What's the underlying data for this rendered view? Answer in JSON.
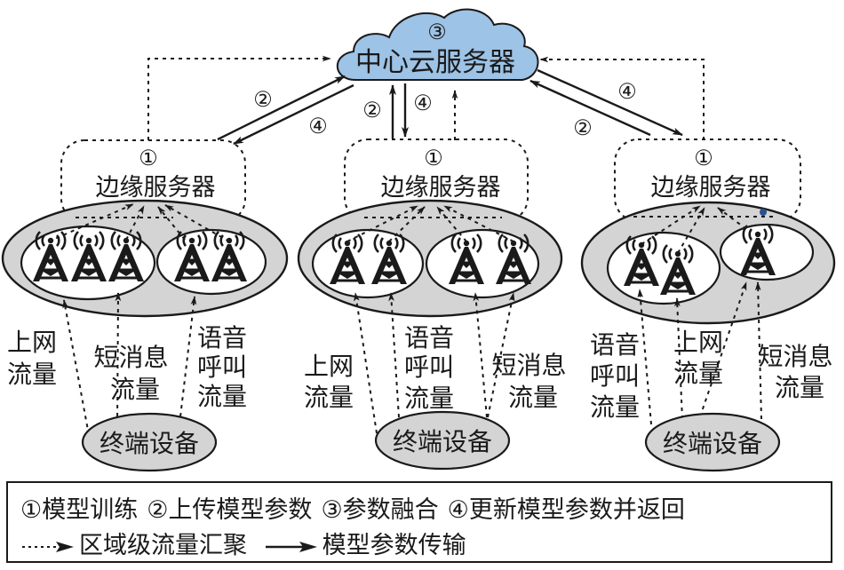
{
  "cloud": {
    "marker": "③",
    "label": "中心云服务器",
    "fill": "#9dc3e6"
  },
  "edge_servers": [
    {
      "marker": "①",
      "label": "边缘服务器"
    },
    {
      "marker": "①",
      "label": "边缘服务器"
    },
    {
      "marker": "①",
      "label": "边缘服务器"
    }
  ],
  "link_markers": {
    "left_up": "②",
    "left_down": "④",
    "center_up": "②",
    "center_down": "④",
    "right_up": "②",
    "right_down": "④"
  },
  "regions": [
    {
      "towers_cluster_a": 3,
      "towers_cluster_b": 2,
      "traffic": [
        {
          "id": "internet",
          "lines": [
            "上网",
            "流量"
          ]
        },
        {
          "id": "sms",
          "lines": [
            "短消息",
            "流量"
          ]
        },
        {
          "id": "voice",
          "lines": [
            "语音",
            "呼叫",
            "流量"
          ]
        }
      ],
      "terminal": "终端设备"
    },
    {
      "towers_cluster_a": 2,
      "towers_cluster_b": 2,
      "traffic": [
        {
          "id": "internet",
          "lines": [
            "上网",
            "流量"
          ]
        },
        {
          "id": "voice",
          "lines": [
            "语音",
            "呼叫",
            "流量"
          ]
        },
        {
          "id": "sms",
          "lines": [
            "短消息",
            "流量"
          ]
        }
      ],
      "terminal": "终端设备"
    },
    {
      "towers_cluster_a": 2,
      "towers_cluster_b": 1,
      "traffic": [
        {
          "id": "voice",
          "lines": [
            "语音",
            "呼叫",
            "流量"
          ]
        },
        {
          "id": "internet",
          "lines": [
            "上网",
            "流量"
          ]
        },
        {
          "id": "sms",
          "lines": [
            "短消息",
            "流量"
          ]
        }
      ],
      "terminal": "终端设备"
    }
  ],
  "legend": {
    "steps": [
      {
        "marker": "①",
        "text": "模型训练"
      },
      {
        "marker": "②",
        "text": "上传模型参数"
      },
      {
        "marker": "③",
        "text": "参数融合"
      },
      {
        "marker": "④",
        "text": "更新模型参数并返回"
      }
    ],
    "dashed_arrow": "区域级流量汇聚",
    "solid_arrow": "模型参数传输"
  },
  "colors": {
    "region_fill": "#d4d4d4",
    "line": "#1a1a1a",
    "dot": "#2b4f8f"
  }
}
